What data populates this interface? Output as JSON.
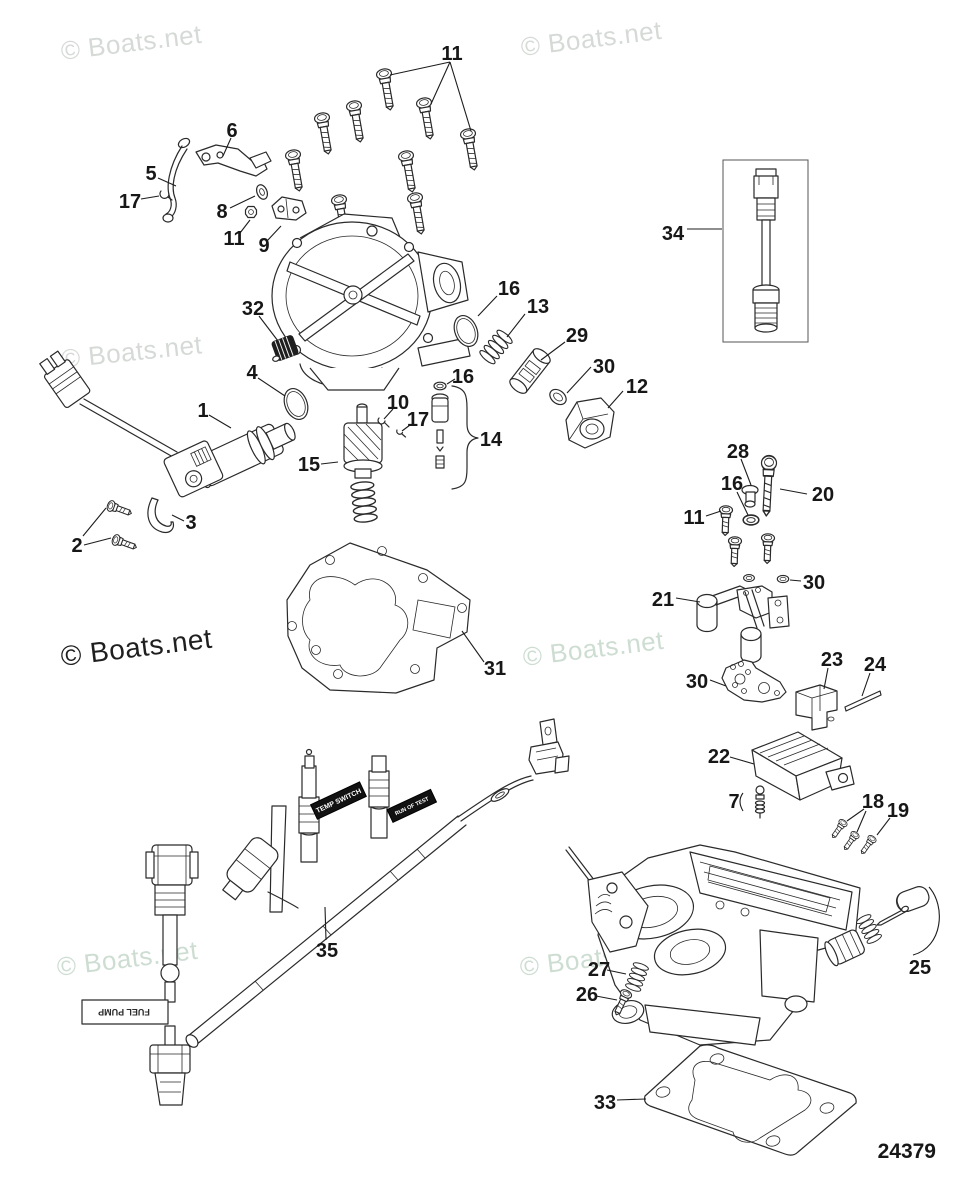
{
  "diagram": {
    "drawing_number": "24379",
    "watermark_text": "© Boats.net",
    "colors": {
      "line": "#2a2a2a",
      "watermark_light": "#d6dad6",
      "watermark_green": "#cdddd2",
      "watermark_dark": "#1f1f1f",
      "tag_bg": "#111111",
      "tag_text": "#ffffff"
    },
    "callouts": [
      "11",
      "6",
      "5",
      "17",
      "8",
      "11",
      "9",
      "34",
      "32",
      "16",
      "13",
      "29",
      "30",
      "12",
      "4",
      "1",
      "10",
      "17",
      "16",
      "14",
      "15",
      "2",
      "3",
      "28",
      "16",
      "20",
      "11",
      "30",
      "21",
      "30",
      "23",
      "24",
      "22",
      "7",
      "18",
      "19",
      "31",
      "35",
      "27",
      "26",
      "25",
      "33"
    ],
    "harness_tags": {
      "temp_switch": "TEMP SWITCH",
      "run_tag": "RUN OF TEST",
      "fuel_pump": "FUEL PUMP"
    }
  }
}
